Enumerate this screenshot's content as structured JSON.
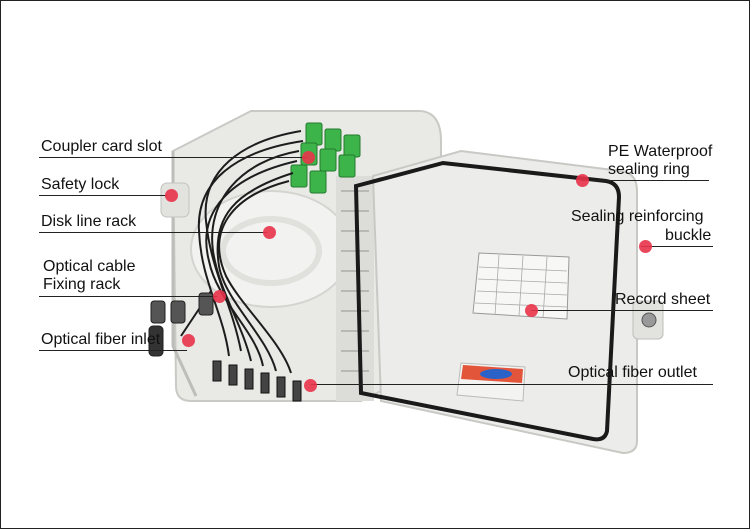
{
  "labels": {
    "coupler_card_slot": "Coupler card slot",
    "safety_lock": "Safety lock",
    "disk_line_rack": "Disk line rack",
    "optical_cable_fixing_rack_1": "Optical cable",
    "optical_cable_fixing_rack_2": "Fixing rack",
    "optical_fiber_inlet": "Optical fiber inlet",
    "pe_waterproof_1": "PE Waterproof",
    "pe_waterproof_2": "sealing ring",
    "sealing_reinforcing_1": "Sealing reinforcing",
    "sealing_reinforcing_2": "buckle",
    "record_sheet": "Record sheet",
    "optical_fiber_outlet": "Optical fiber outlet"
  },
  "colors": {
    "marker": "#e9334a",
    "adapter_green": "#3cb44a",
    "box_white": "#ecece9",
    "seal_black": "#1a1a1a"
  }
}
